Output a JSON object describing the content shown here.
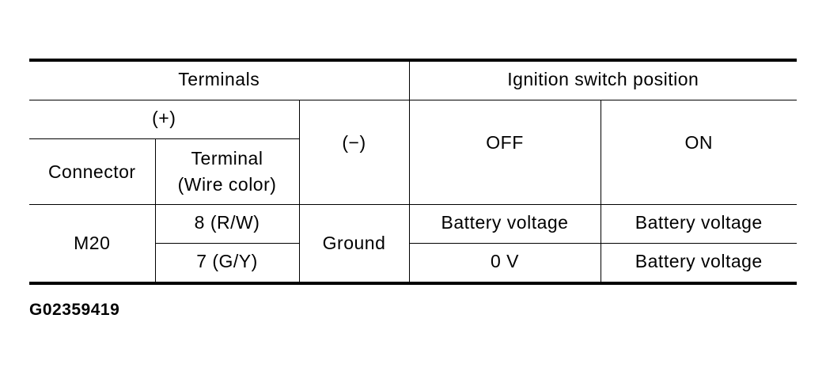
{
  "table": {
    "header_terminals": "Terminals",
    "header_ignition": "Ignition switch position",
    "header_plus": "(+)",
    "header_minus": "(−)",
    "header_off": "OFF",
    "header_on": "ON",
    "header_connector": "Connector",
    "header_terminal_line1": "Terminal",
    "header_terminal_line2": "(Wire color)",
    "connector": "M20",
    "ground": "Ground",
    "rows": [
      {
        "terminal": "8 (R/W)",
        "off": "Battery voltage",
        "on": "Battery voltage"
      },
      {
        "terminal": "7 (G/Y)",
        "off": "0 V",
        "on": "Battery voltage"
      }
    ]
  },
  "figure_code": "G02359419"
}
